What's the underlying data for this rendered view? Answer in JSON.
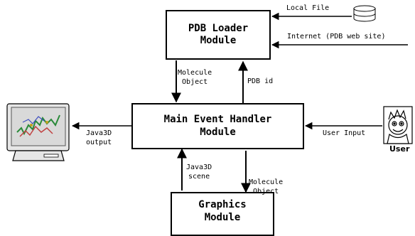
{
  "modules": {
    "pdb_loader": {
      "line1": "PDB Loader",
      "line2": "Module"
    },
    "main_handler": {
      "line1": "Main Event Handler",
      "line2": "Module"
    },
    "graphics": {
      "line1": "Graphics",
      "line2": "Module"
    }
  },
  "inputs": {
    "local_file": "Local File",
    "internet": "Internet (PDB web site)",
    "user_input": "User Input",
    "user": "User"
  },
  "flows": {
    "molecule_object_1": {
      "line1": "Molecule",
      "line2": "Object"
    },
    "pdb_id": "PDB id",
    "java3d_output": {
      "line1": "Java3D",
      "line2": "output"
    },
    "java3d_scene": {
      "line1": "Java3D",
      "line2": "scene"
    },
    "molecule_object_2": {
      "line1": "Molecule",
      "line2": "Object"
    }
  },
  "icons": {
    "database": "database-icon",
    "monitor": "monitor-icon",
    "user": "user-cartoon-icon"
  }
}
